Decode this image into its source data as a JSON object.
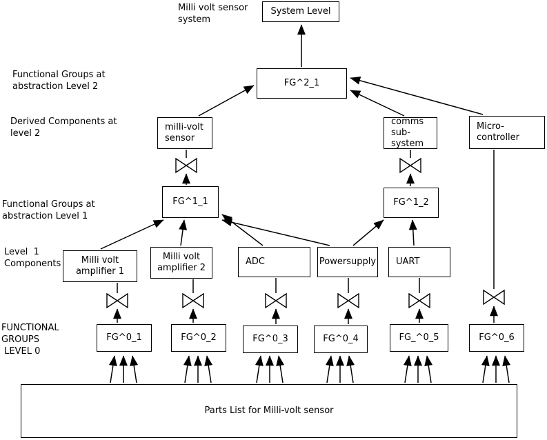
{
  "diagram": {
    "title": "Milli volt sensor\nsystem",
    "side_labels": {
      "level2_groups": "Functional Groups at\nabstraction Level 2",
      "derived_components": "Derived Components at\nlevel 2",
      "level1_groups": "Functional Groups at\nabstraction Level 1",
      "level1_components": "Level  1\nComponents",
      "level0_groups": "FUNCTIONAL\nGROUPS\n LEVEL 0"
    },
    "nodes": {
      "system_level": "System Level",
      "fg2_1": "FG^2_1",
      "millivolt_sensor": "milli-volt\nsensor",
      "comms_subsystem": "comms\nsub-system",
      "microcontroller": "Micro-\ncontroller",
      "fg1_1": "FG^1_1",
      "fg1_2": "FG^1_2",
      "amp1": "Milli volt\namplifier 1",
      "amp2": "Milli volt\namplifier 2",
      "adc": "ADC",
      "powersupply": "Powersupply",
      "uart": "UART",
      "fg0_1": "FG^0_1",
      "fg0_2": "FG^0_2",
      "fg0_3": "FG^0_3",
      "fg0_4": "FG^0_4",
      "fg0_5": "FG_^0_5",
      "fg0_6": "FG^0_6",
      "parts_list": "Parts List for Milli-volt sensor"
    },
    "colors": {
      "line": "#000000",
      "background": "#ffffff"
    }
  }
}
